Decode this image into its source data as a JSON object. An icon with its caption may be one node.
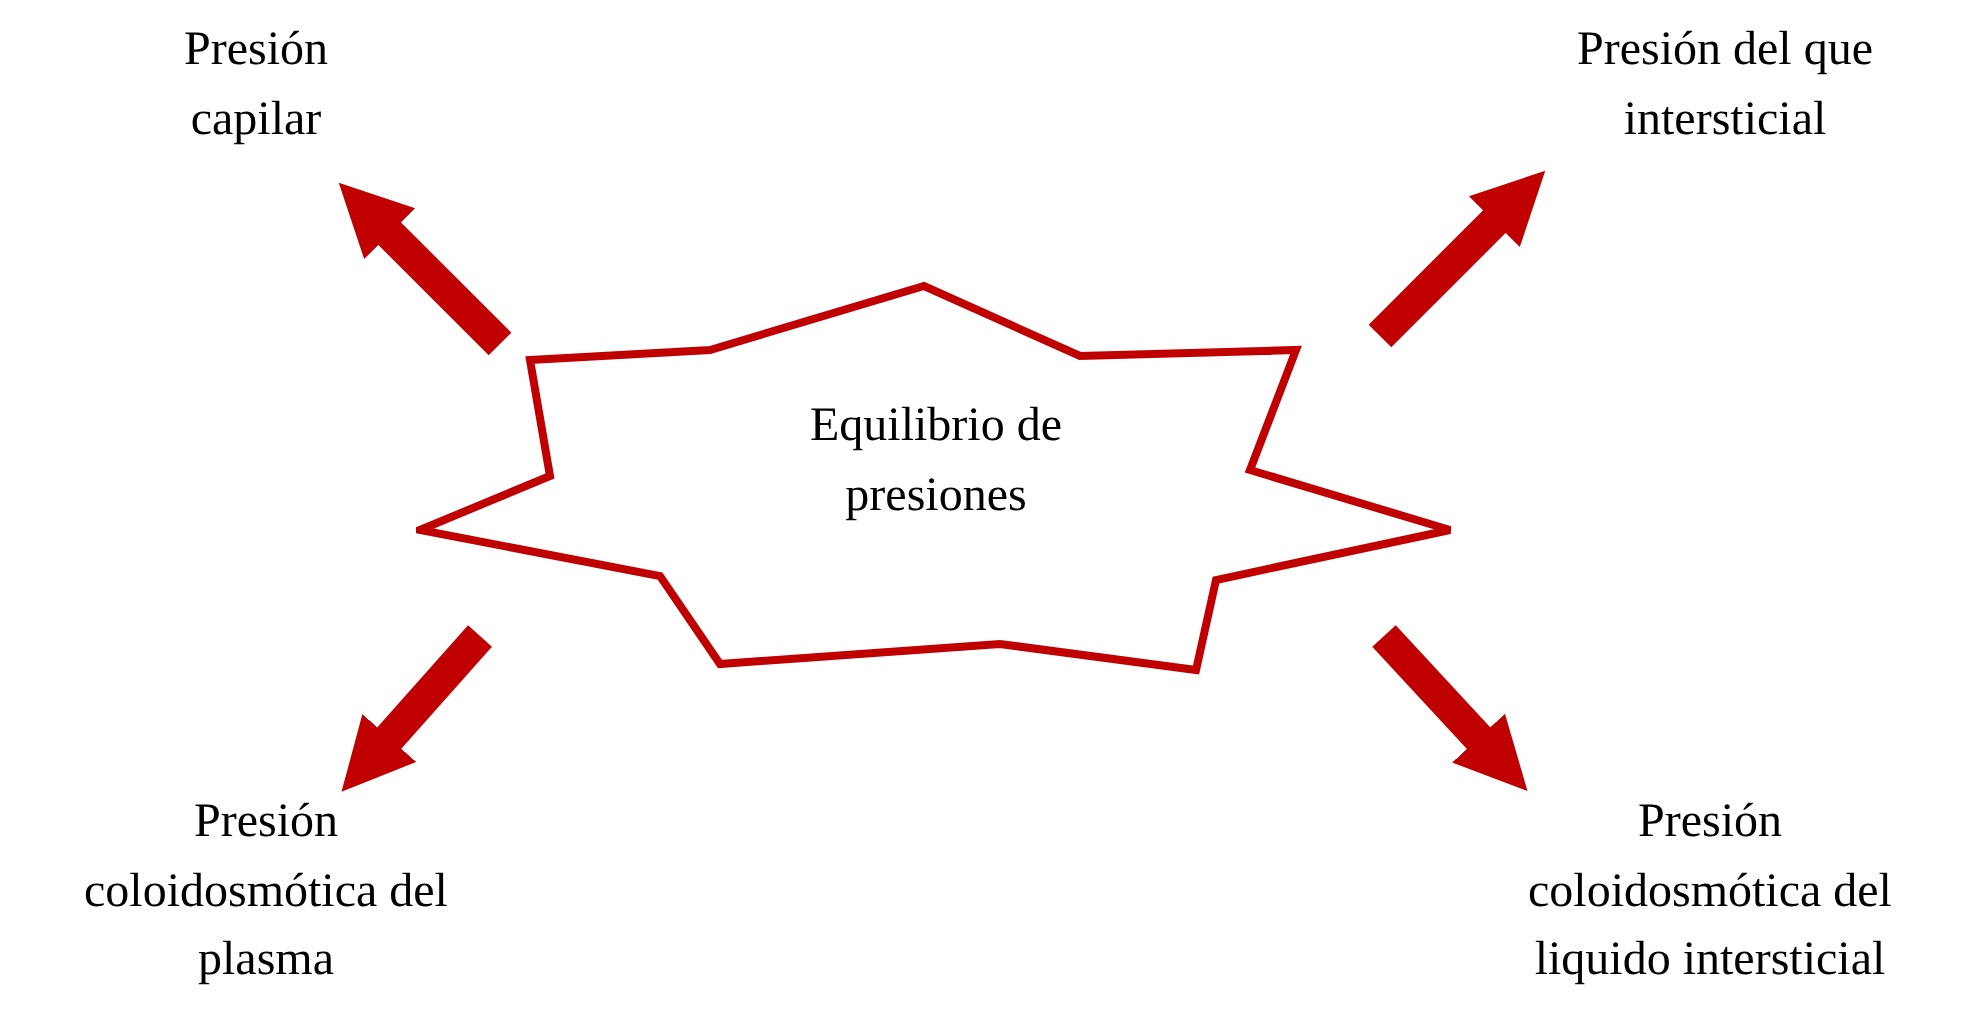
{
  "diagram": {
    "nodes": [
      {
        "text": [
          "Equilibrio de presiones"
        ]
      },
      {
        "text": [
          "Presión capilar"
        ]
      },
      {
        "text": [
          "Presión del que intersticial"
        ]
      },
      {
        "text": [
          "Presión coloidosmótica del plasma"
        ]
      },
      {
        "text": [
          "Presión coloidosmótica del liquido intersticial"
        ]
      }
    ],
    "edges": [
      {
        "from": 0,
        "to": 1,
        "arrow": "to"
      },
      {
        "from": 0,
        "to": 2,
        "arrow": "to"
      },
      {
        "from": 0,
        "to": 3,
        "arrow": "to"
      },
      {
        "from": 0,
        "to": 4,
        "arrow": "to"
      }
    ]
  }
}
